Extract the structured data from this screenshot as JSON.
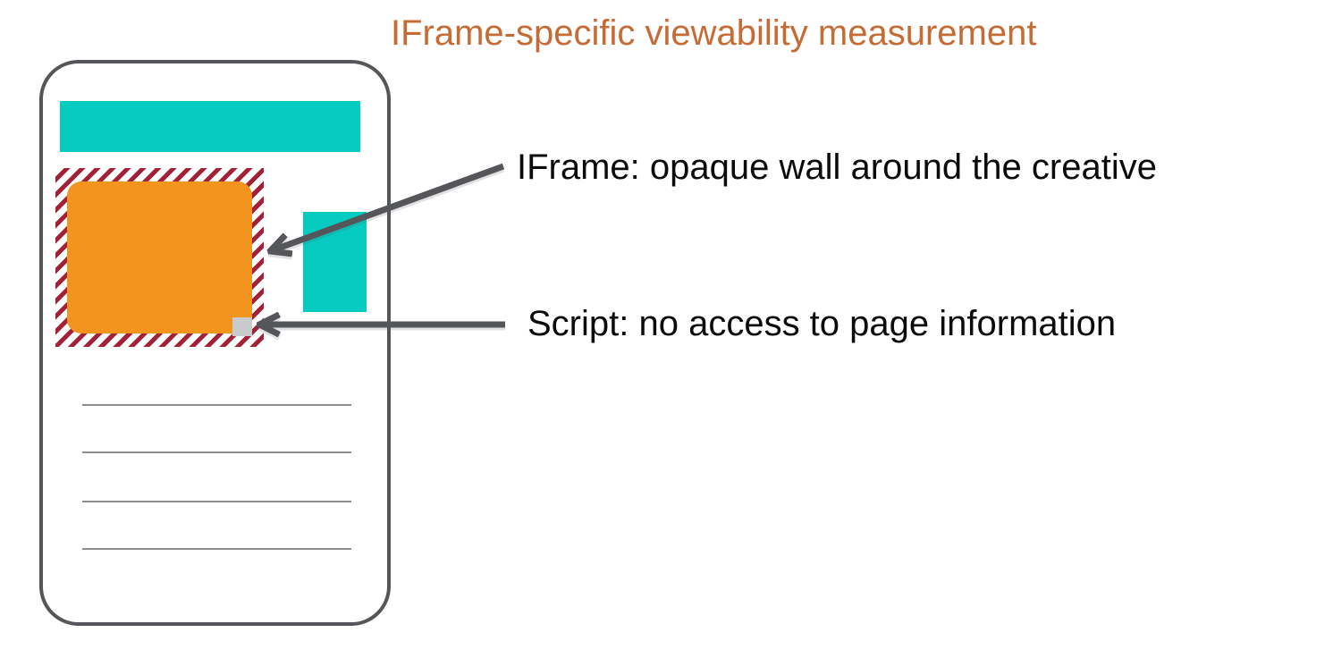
{
  "title": "IFrame-specific viewability measurement",
  "annotations": {
    "iframe_label": "IFrame: opaque wall around the creative",
    "script_label": "Script: no access to page information"
  },
  "diagram": {
    "text_line_count": 4,
    "icons": {
      "arrow_to_iframe_border": "diagonal-arrow-icon",
      "arrow_to_script_pixel": "horizontal-arrow-icon"
    }
  },
  "colors": {
    "title": "#C76B35",
    "teal": "#06CBC1",
    "orange": "#F3941E",
    "hatch_red": "#A32035",
    "outline_gray": "#55565A",
    "pixel_gray": "#C9CACB",
    "line_gray": "#8C8D90",
    "label_black": "#0B0B0B"
  }
}
